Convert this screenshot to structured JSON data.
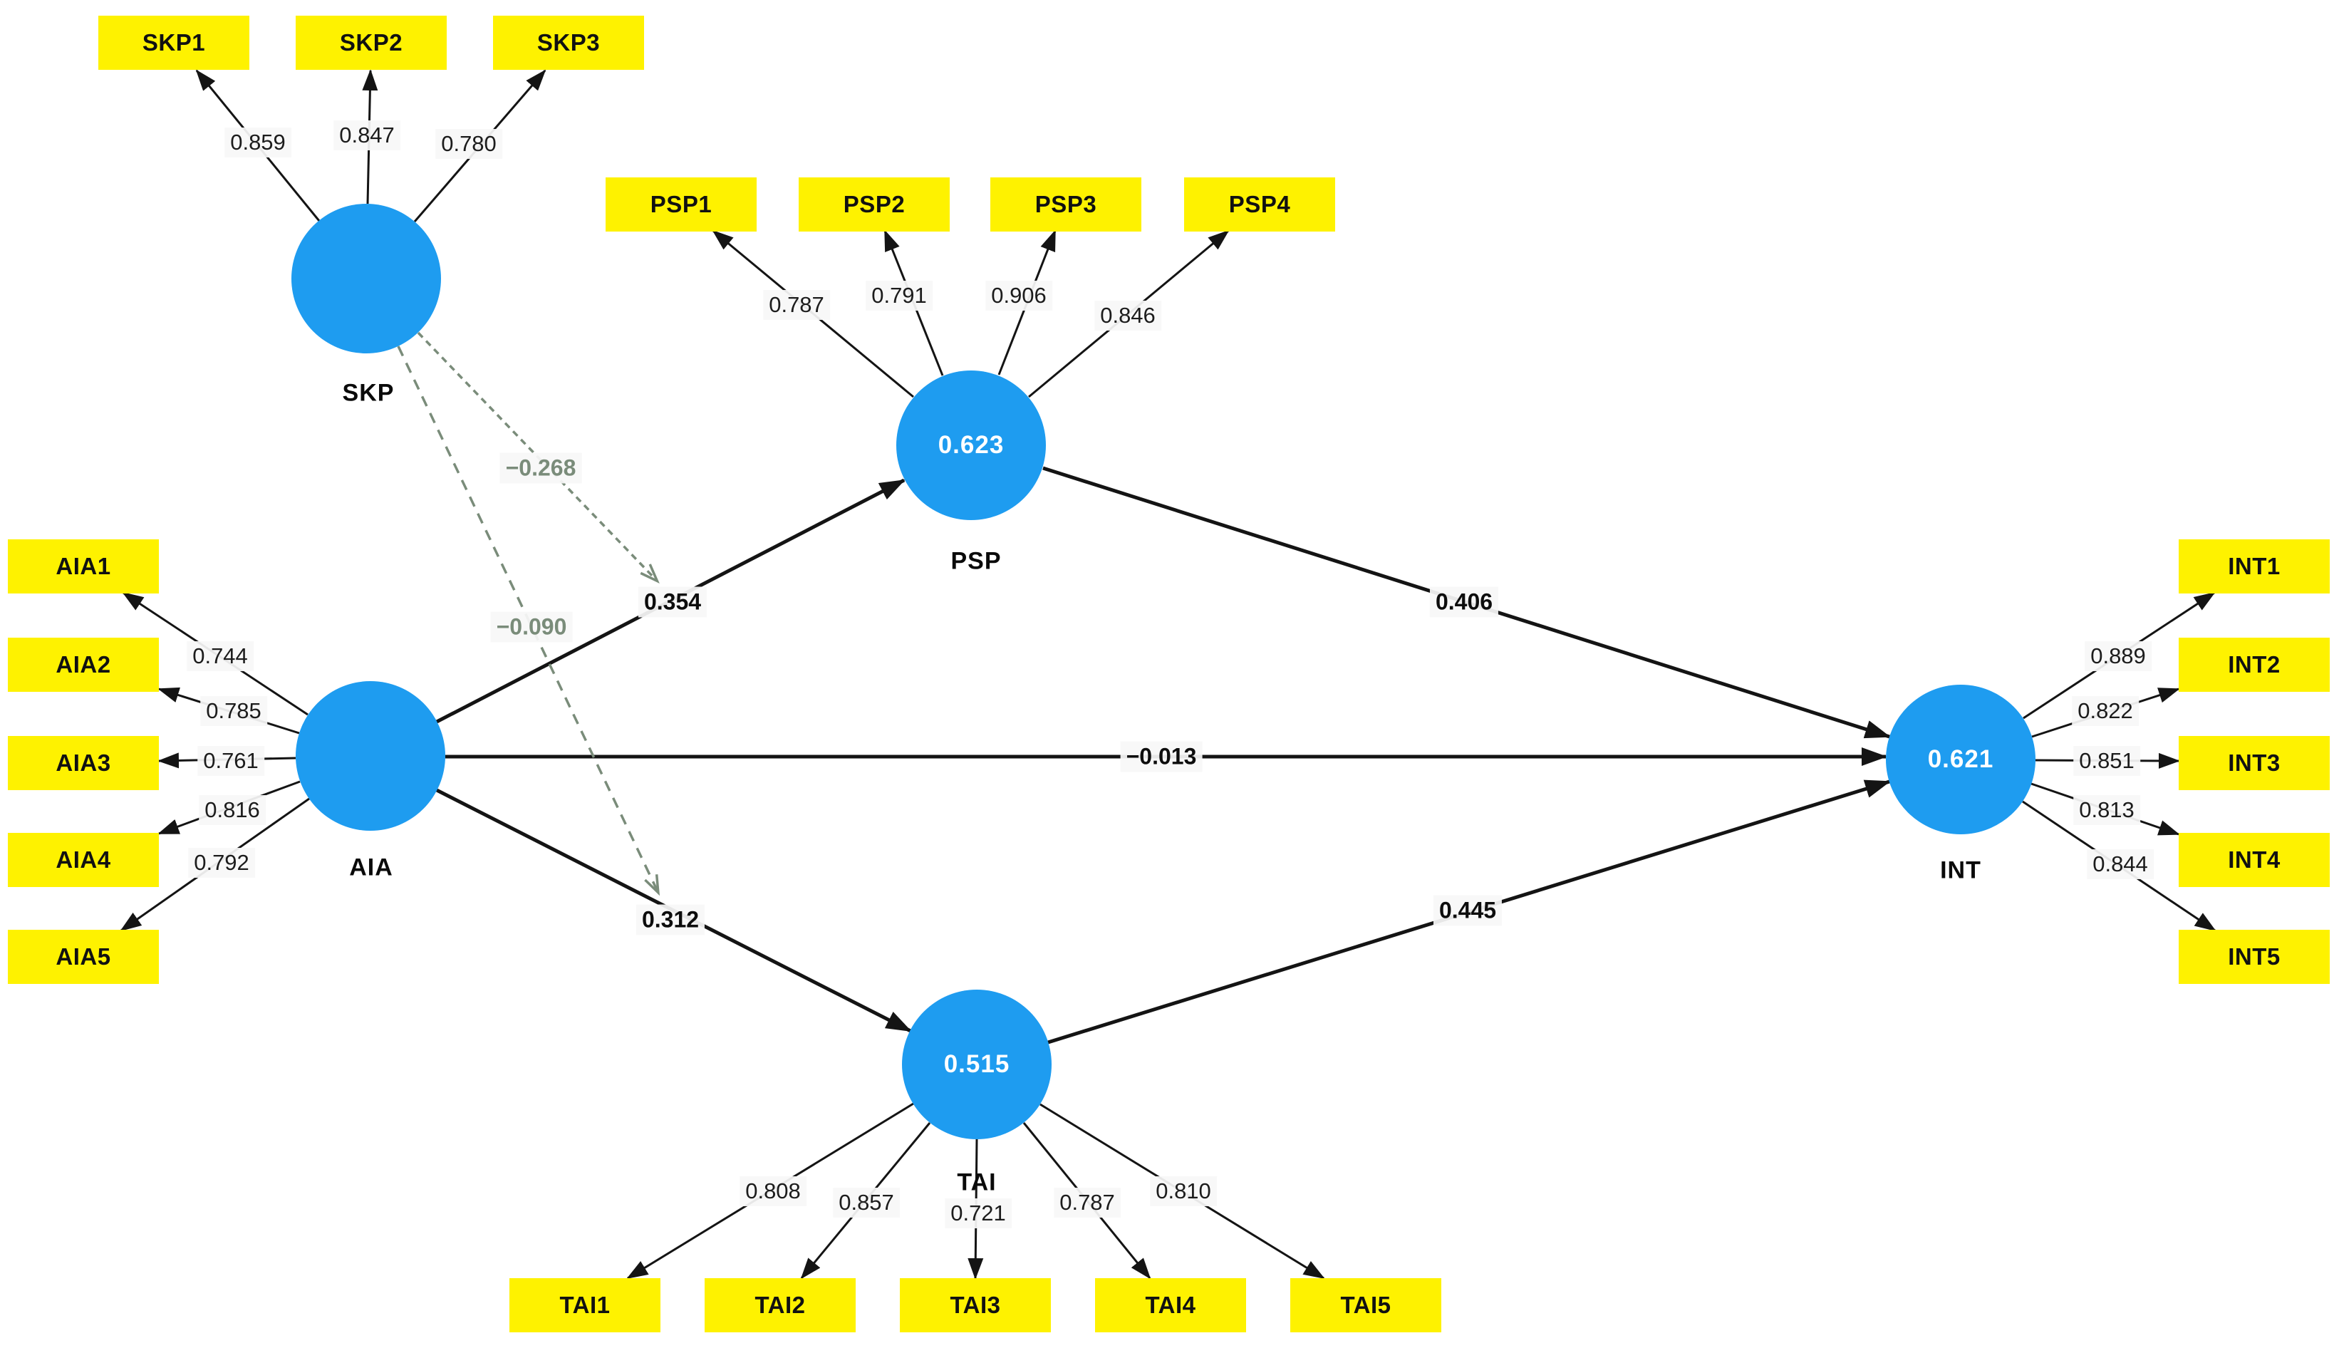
{
  "model": {
    "constructs": [
      {
        "key": "SKP",
        "label": "SKP",
        "r2": "",
        "indicators": [
          {
            "name": "SKP1",
            "loading": "0.859"
          },
          {
            "name": "SKP2",
            "loading": "0.847"
          },
          {
            "name": "SKP3",
            "loading": "0.780"
          }
        ]
      },
      {
        "key": "AIA",
        "label": "AIA",
        "r2": "",
        "indicators": [
          {
            "name": "AIA1",
            "loading": "0.744"
          },
          {
            "name": "AIA2",
            "loading": "0.785"
          },
          {
            "name": "AIA3",
            "loading": "0.761"
          },
          {
            "name": "AIA4",
            "loading": "0.816"
          },
          {
            "name": "AIA5",
            "loading": "0.792"
          }
        ]
      },
      {
        "key": "PSP",
        "label": "PSP",
        "r2": "0.623",
        "indicators": [
          {
            "name": "PSP1",
            "loading": "0.787"
          },
          {
            "name": "PSP2",
            "loading": "0.791"
          },
          {
            "name": "PSP3",
            "loading": "0.906"
          },
          {
            "name": "PSP4",
            "loading": "0.846"
          }
        ]
      },
      {
        "key": "TAI",
        "label": "TAI",
        "r2": "0.515",
        "indicators": [
          {
            "name": "TAI1",
            "loading": "0.808"
          },
          {
            "name": "TAI2",
            "loading": "0.857"
          },
          {
            "name": "TAI3",
            "loading": "0.721"
          },
          {
            "name": "TAI4",
            "loading": "0.787"
          },
          {
            "name": "TAI5",
            "loading": "0.810"
          }
        ]
      },
      {
        "key": "INT",
        "label": "INT",
        "r2": "0.621",
        "indicators": [
          {
            "name": "INT1",
            "loading": "0.889"
          },
          {
            "name": "INT2",
            "loading": "0.822"
          },
          {
            "name": "INT3",
            "loading": "0.851"
          },
          {
            "name": "INT4",
            "loading": "0.813"
          },
          {
            "name": "INT5",
            "loading": "0.844"
          }
        ]
      }
    ],
    "paths": [
      {
        "from": "AIA",
        "to": "PSP",
        "coefficient": "0.354",
        "style": "solid"
      },
      {
        "from": "AIA",
        "to": "TAI",
        "coefficient": "0.312",
        "style": "solid"
      },
      {
        "from": "AIA",
        "to": "INT",
        "coefficient": "−0.013",
        "style": "solid"
      },
      {
        "from": "PSP",
        "to": "INT",
        "coefficient": "0.406",
        "style": "solid"
      },
      {
        "from": "TAI",
        "to": "INT",
        "coefficient": "0.445",
        "style": "solid"
      },
      {
        "from": "SKP",
        "to": "AIA → PSP",
        "coefficient": "−0.268",
        "style": "dashed-moderation"
      },
      {
        "from": "SKP",
        "to": "AIA → TAI",
        "coefficient": "−0.090",
        "style": "dashed-moderation"
      }
    ],
    "colors": {
      "construct_fill": "#1E9CF0",
      "indicator_fill": "#FEF200",
      "moderation_line": "#7A8C7A",
      "line": "#141414"
    }
  }
}
